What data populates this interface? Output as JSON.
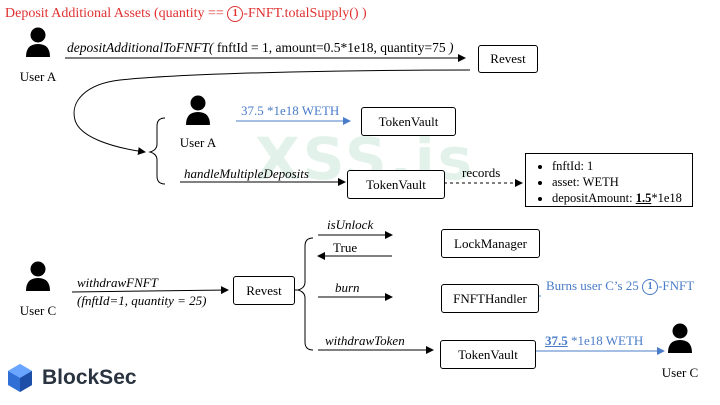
{
  "title": {
    "prefix": "Deposit Additional Assets (quantity == ",
    "circled": "1",
    "suffix": "-FNFT.totalSupply() )"
  },
  "users": {
    "user_a": "User A",
    "user_c": "User C"
  },
  "calls": {
    "deposit_fn": "depositAdditionalToFNFT(",
    "deposit_args": " fnftId = 1, amount=0.5*1e18, quantity=75 ",
    "deposit_close": ")",
    "weth_transfer": "37.5 *1e18 WETH",
    "handle_multiple": "handleMultipleDeposits",
    "records": "records",
    "withdraw_fn": "withdrawFNFT",
    "withdraw_args": "(fnftId=1, quantity = 25)",
    "is_unlock": "isUnlock",
    "true_ret": "True",
    "burn": "burn",
    "withdraw_token": "withdrawToken",
    "burns_prefix": "Burns user C’s 25 ",
    "burns_circled": "1",
    "burns_suffix": "-FNFT",
    "payout_bold": "37.5",
    "payout_rest": " *1e18 WETH"
  },
  "boxes": {
    "revest_top": "Revest",
    "token_vault_1": "TokenVault",
    "token_vault_2": "TokenVault",
    "lock_manager": "LockManager",
    "fnft_handler": "FNFTHandler",
    "revest_mid": "Revest",
    "token_vault_3": "TokenVault"
  },
  "records_list": {
    "item1": "fnftId: 1",
    "item2": "asset: WETH",
    "item3_label": "depositAmount: ",
    "item3_bold": "1.5",
    "item3_rest": "*1e18"
  },
  "watermark": "XSS.is",
  "brand": "BlockSec",
  "colors": {
    "title": "#e03030",
    "blue": "#4a7cc9",
    "logo": "#2f6fd6"
  },
  "icons": [
    "user-icon",
    "blocksec-logo-icon"
  ]
}
